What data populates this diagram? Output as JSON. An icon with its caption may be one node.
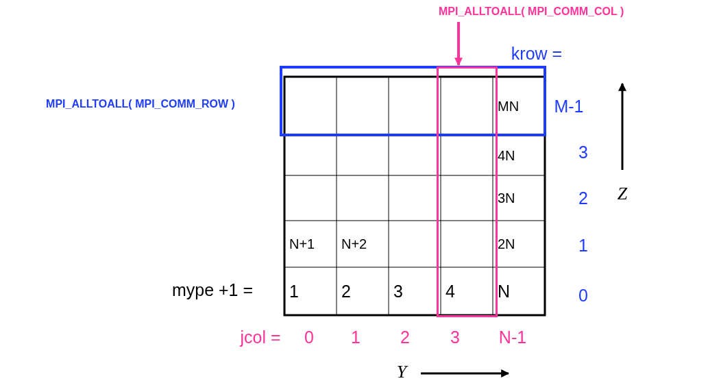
{
  "diagram": {
    "nodes": [
      {
        "text": [
          "MPI_ALLTOALL( MPI_COMM_COL )"
        ]
      },
      {
        "text": [],
        "shape": "box"
      }
    ],
    "edges": [
      {
        "from": 0,
        "to": 1,
        "arrow": "to",
        "color": "#ff3399"
      }
    ],
    "labels": [
      "krow =",
      "MPI_ALLTOALL( MPI_COMM_ROW )",
      "MN",
      "M-1",
      "4N",
      "3",
      "3N",
      "2",
      "Z",
      "N+1",
      "N+2",
      "2N",
      "1",
      "mype +1 =",
      "1",
      "2",
      "3",
      "4",
      "N",
      "0",
      "jcol =",
      "0",
      "1",
      "2",
      "3",
      "N-1",
      "Y"
    ]
  }
}
